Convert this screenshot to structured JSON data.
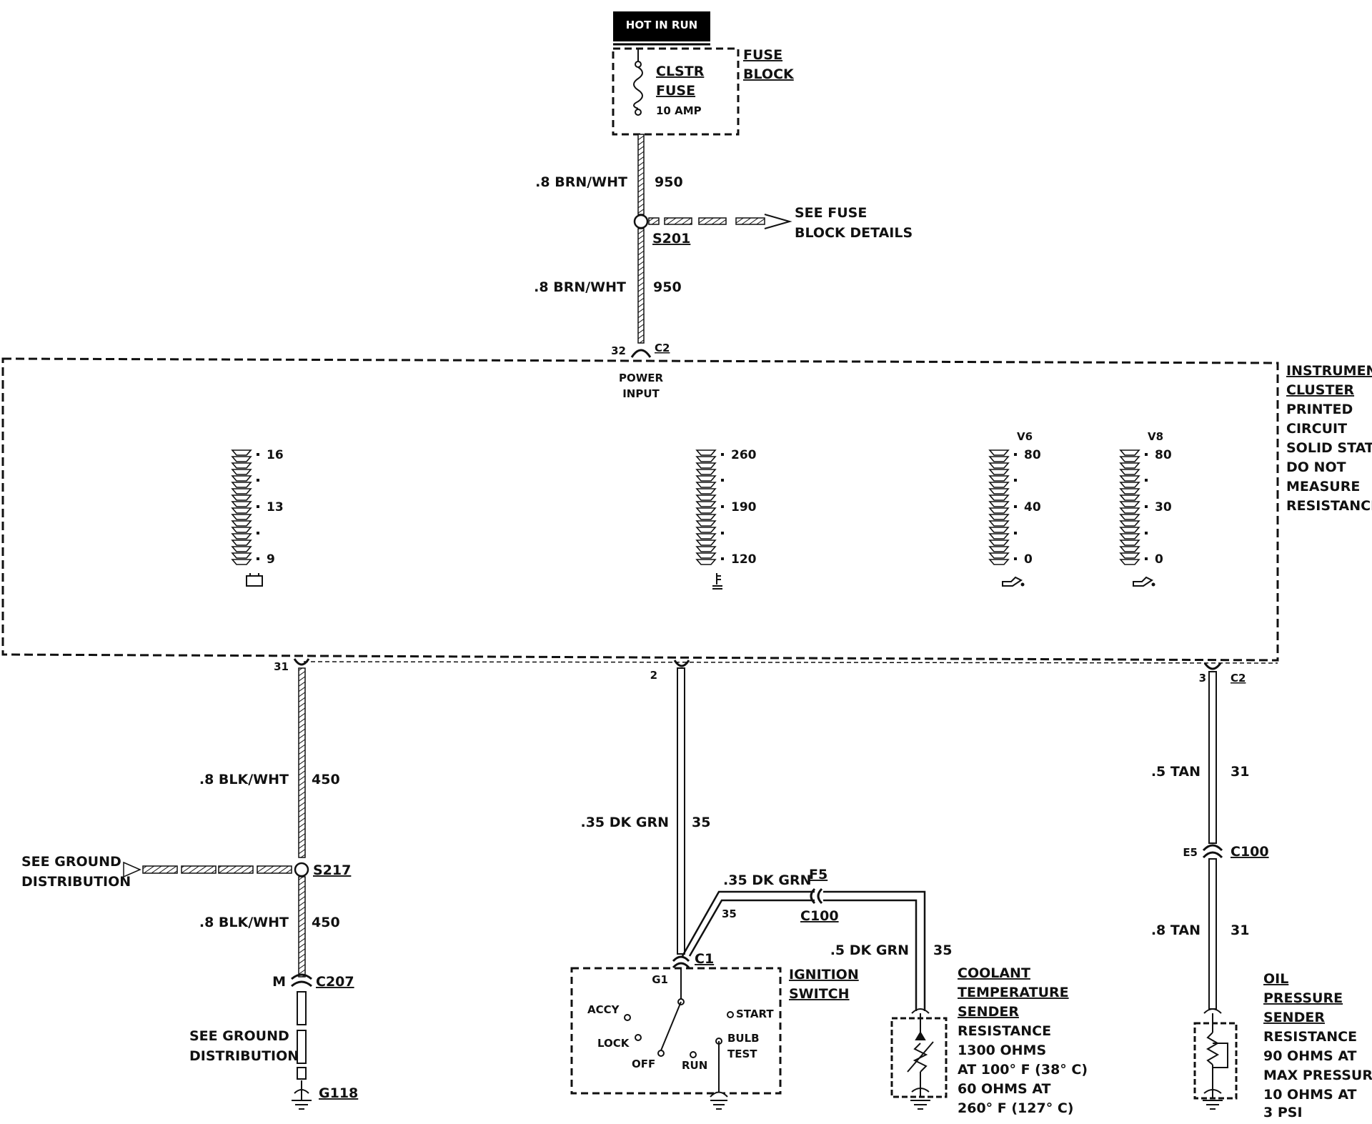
{
  "header": {
    "hot_label": "HOT IN RUN"
  },
  "fuse": {
    "name_line1": "CLSTR",
    "name_line2": "FUSE",
    "rating": "10 AMP",
    "block_line1": "FUSE",
    "block_line2": "BLOCK"
  },
  "wires": {
    "top_upper": {
      "color": ".8 BRN/WHT",
      "circuit": "950"
    },
    "top_lower": {
      "color": ".8 BRN/WHT",
      "circuit": "950"
    },
    "ground_upper": {
      "color": ".8 BLK/WHT",
      "circuit": "450"
    },
    "ground_lower": {
      "color": ".8 BLK/WHT",
      "circuit": "450"
    },
    "ign_main": {
      "color": ".35 DK GRN",
      "circuit": "35"
    },
    "ign_branch": {
      "color": ".35 DK GRN",
      "circuit": "35"
    },
    "coolant": {
      "color": ".5 DK GRN",
      "circuit": "35"
    },
    "oil_upper": {
      "color": ".5 TAN",
      "circuit": "31"
    },
    "oil_lower": {
      "color": ".8 TAN",
      "circuit": "31"
    }
  },
  "splices": {
    "s201": "S201",
    "s201_ref_line1": "SEE FUSE",
    "s201_ref_line2": "BLOCK DETAILS",
    "s217": "S217",
    "s217_ref_line1": "SEE GROUND",
    "s217_ref_line2": "DISTRIBUTION"
  },
  "connectors": {
    "power_pin": "32",
    "power_conn": "C2",
    "power_input_line1": "POWER",
    "power_input_line2": "INPUT",
    "pin_31": "31",
    "pin_2": "2",
    "pin_3": "3",
    "pin_3_conn": "C2",
    "c207_pin": "M",
    "c207": "C207",
    "ground_ref_line1": "SEE GROUND",
    "ground_ref_line2": "DISTRIBUTION",
    "g118": "G118",
    "c1": "C1",
    "g1": "G1",
    "f5": "F5",
    "c100_f5": "C100",
    "e5": "E5",
    "c100_e5": "C100"
  },
  "cluster": {
    "title_line1": "INSTRUMENT",
    "title_line2": "CLUSTER",
    "note_lines": [
      "PRINTED",
      "CIRCUIT",
      "SOLID STATE",
      "DO NOT",
      "MEASURE",
      "RESISTANCE"
    ],
    "gauges": [
      {
        "name": "volt",
        "caption": "",
        "ticks": [
          "16",
          "13",
          "9"
        ],
        "icon": "battery-icon"
      },
      {
        "name": "temp",
        "caption": "",
        "ticks": [
          "260",
          "190",
          "120"
        ],
        "icon": "thermometer-icon"
      },
      {
        "name": "oil-v6",
        "caption": "V6",
        "ticks": [
          "80",
          "40",
          "0"
        ],
        "icon": "oil-can-icon"
      },
      {
        "name": "oil-v8",
        "caption": "V8",
        "ticks": [
          "80",
          "30",
          "0"
        ],
        "icon": "oil-can-icon"
      }
    ]
  },
  "ignition": {
    "title_line1": "IGNITION",
    "title_line2": "SWITCH",
    "accy": "ACCY",
    "lock": "LOCK",
    "off": "OFF",
    "run": "RUN",
    "start": "START",
    "bulb_line1": "BULB",
    "bulb_line2": "TEST"
  },
  "coolant_sender": {
    "title_line1": "COOLANT",
    "title_line2": "TEMPERATURE",
    "title_line3": "SENDER",
    "spec_lines": [
      "RESISTANCE",
      "1300 OHMS",
      "AT 100° F (38° C)",
      "60 OHMS AT",
      "260° F (127° C)"
    ]
  },
  "oil_sender": {
    "title_line1": "OIL",
    "title_line2": "PRESSURE",
    "title_line3": "SENDER",
    "spec_lines": [
      "RESISTANCE",
      "90 OHMS AT",
      "MAX PRESSURE",
      "10 OHMS AT",
      "3 PSI"
    ]
  }
}
